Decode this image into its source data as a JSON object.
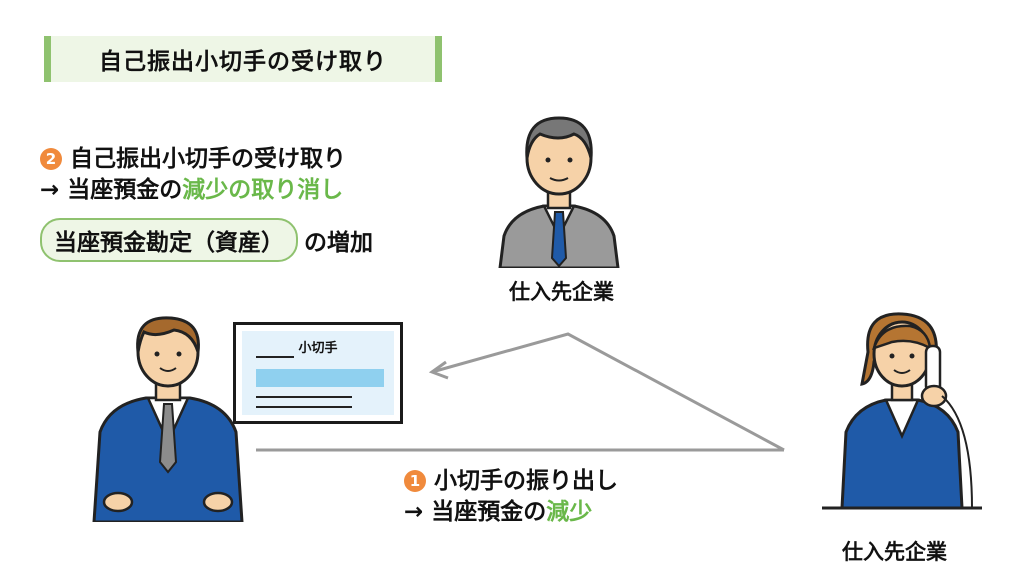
{
  "title": "自己振出小切手の受け取り",
  "step2": {
    "number": "2",
    "line1": "自己振出小切手の受け取り",
    "line2_prefix": "→ 当座預金の",
    "line2_highlight": "減少の取り消し"
  },
  "account": {
    "pill": "当座預金勘定（資産）",
    "suffix": "の増加"
  },
  "step1": {
    "number": "1",
    "line1": "小切手の振り出し",
    "line2_prefix": "→ 当座預金の",
    "line2_highlight": "減少"
  },
  "check": {
    "title": "小切手"
  },
  "labels": {
    "top_person": "仕入先企業",
    "right_person": "仕入先企業"
  },
  "colors": {
    "accent_green": "#6ab84a",
    "number_orange": "#f08a3c",
    "suit_blue": "#1f5aa8",
    "suit_gray": "#8c8c8c"
  }
}
